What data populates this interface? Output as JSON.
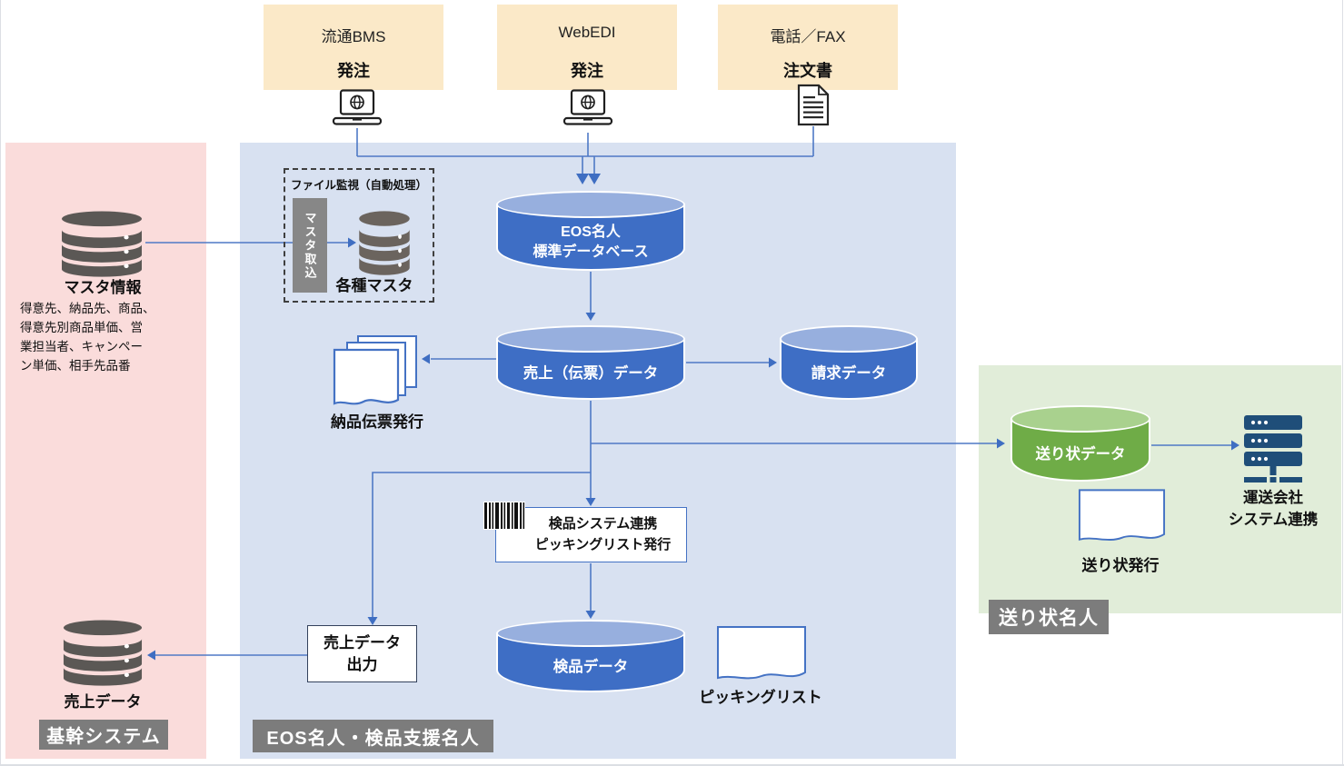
{
  "sources": [
    {
      "channel": "流通BMS",
      "type": "発注",
      "icon": "laptop-globe-icon"
    },
    {
      "channel": "WebEDI",
      "type": "発注",
      "icon": "laptop-globe-icon"
    },
    {
      "channel": "電話／FAX",
      "type": "注文書",
      "icon": "order-document-icon"
    }
  ],
  "core": {
    "badge": "基幹システム",
    "master_db": {
      "label": "マスタ情報",
      "detail_lines": [
        "得意先、納品先、商品、",
        "得意先別商品単価、営",
        "業担当者、キャンペー",
        "ン単価、相手先品番"
      ]
    },
    "sales_db": {
      "label": "売上データ"
    }
  },
  "eos": {
    "badge": "EOS名人・検品支援名人",
    "file_watch": {
      "title": "ファイル監視（自動処理）",
      "import_label": "マスタ取込",
      "masters_label": "各種マスタ"
    },
    "main_db": {
      "line1": "EOS名人",
      "line2": "標準データベース"
    },
    "sales_slip_db": "売上（伝票）データ",
    "billing_db": "請求データ",
    "delivery_note": "納品伝票発行",
    "inspection_box": {
      "line1": "検品システム連携",
      "line2": "ピッキングリスト発行"
    },
    "inspection_db": "検品データ",
    "picking_list": "ピッキングリスト",
    "sales_output": {
      "line1": "売上データ",
      "line2": "出力"
    }
  },
  "ship": {
    "badge": "送り状名人",
    "db": "送り状データ",
    "issue": "送り状発行",
    "carrier": {
      "line1": "運送会社",
      "line2": "システム連携"
    }
  },
  "colors": {
    "accent_blue": "#4472C4",
    "cylinder_top": "#97AFDE",
    "green": "#70AD47",
    "green_top": "#A9D18E",
    "region_blue": "#D8E1F1",
    "region_pink": "#FADCDB",
    "region_green": "#E1EDD9",
    "region_yellow": "#FBE9C8",
    "badge_gray": "#7C7C7C",
    "database_gray": "#5B5855",
    "server_navy": "#1F4E79",
    "connector_blue": "#4F79C6"
  }
}
